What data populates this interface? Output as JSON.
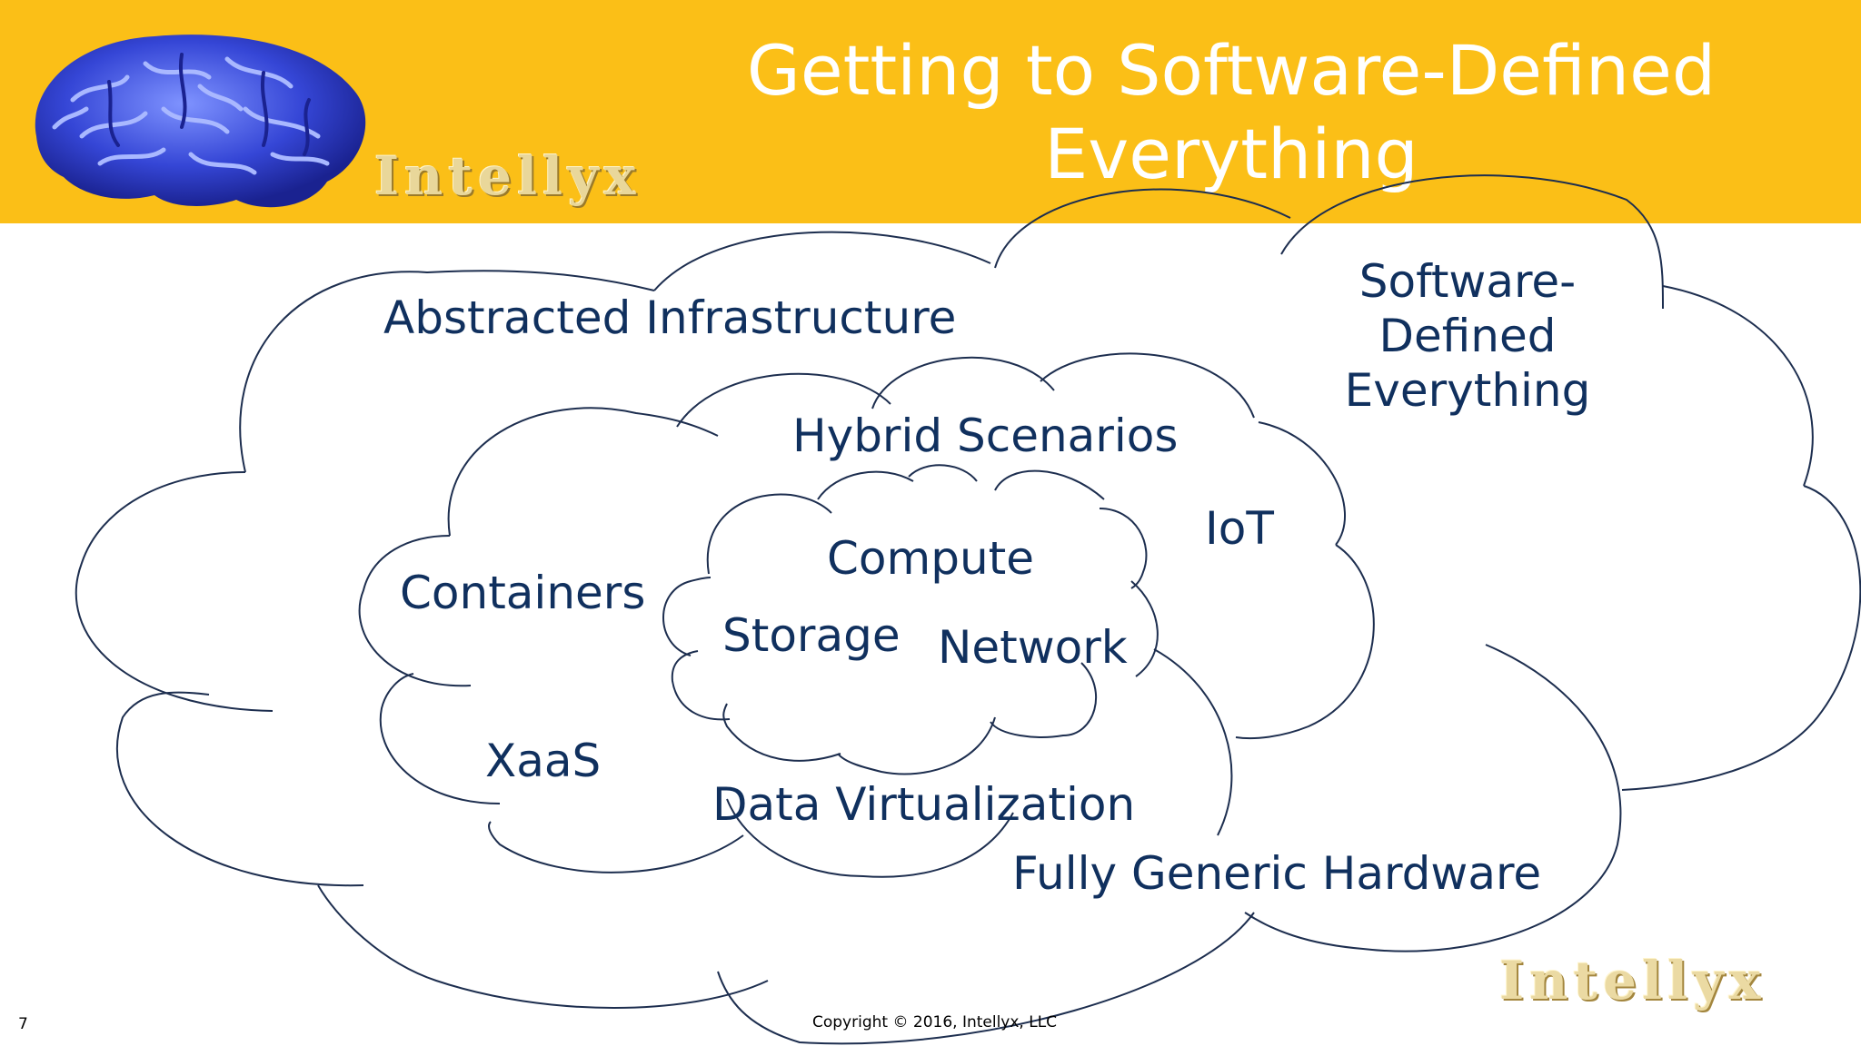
{
  "slide": {
    "title": "Getting to Software-Defined Everything",
    "page_number": "7",
    "copyright": "Copyright © 2016, Intellyx, LLC",
    "brand_name": "Intellyx"
  },
  "diagram": {
    "outer_cloud_label": "Abstracted Infrastructure",
    "right_cloud_label_lines": [
      "Software-",
      "Defined",
      "Everything"
    ],
    "middle_labels": {
      "hybrid": "Hybrid Scenarios",
      "iot": "IoT",
      "containers": "Containers",
      "xaas": "XaaS",
      "data_virtualization": "Data Virtualization",
      "hardware": "Fully Generic Hardware"
    },
    "inner_labels": {
      "compute": "Compute",
      "storage": "Storage",
      "network": "Network"
    }
  },
  "colors": {
    "header": "#fbbf17",
    "label_text": "#10305e",
    "cloud_stroke": "#1d2e4f",
    "brain": "#3a4fd8"
  }
}
